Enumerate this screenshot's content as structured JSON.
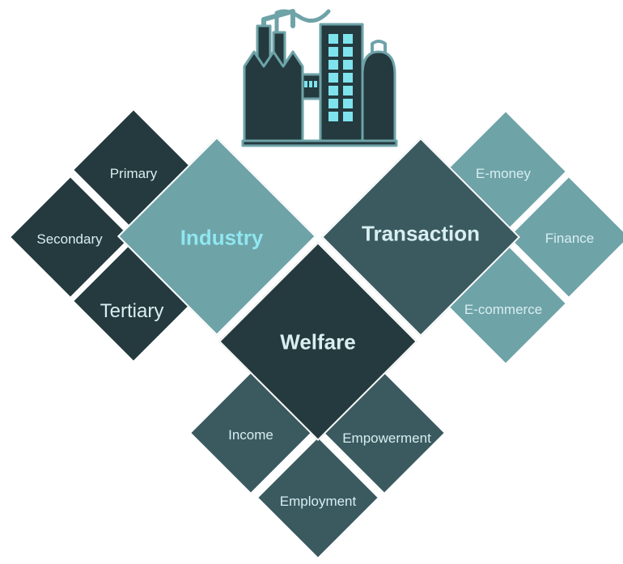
{
  "colors": {
    "dark": "#243a3e",
    "mid": "#3a5a60",
    "light": "#6ea3a8",
    "text_light": "#d8eef0",
    "text_accent": "#8fe7f0",
    "window": "#7fe3ee"
  },
  "icon": "factory-icon",
  "industry": {
    "label": "Industry",
    "children": {
      "primary": "Primary",
      "secondary": "Secondary",
      "tertiary": "Tertiary"
    }
  },
  "transaction": {
    "label": "Transaction",
    "children": {
      "emoney": "E-money",
      "finance": "Finance",
      "ecommerce": "E-commerce"
    }
  },
  "welfare": {
    "label": "Welfare",
    "children": {
      "income": "Income",
      "empowerment": "Empowerment",
      "employment": "Employment"
    }
  }
}
